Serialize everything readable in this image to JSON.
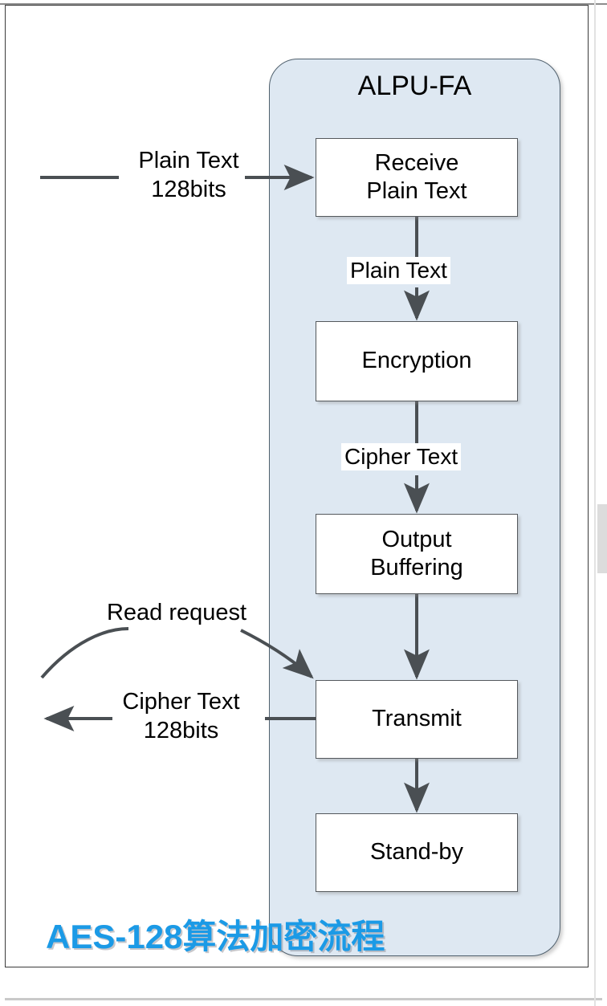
{
  "page": {
    "caption": "AES-128算法加密流程",
    "caption_color": "#1b9ae6",
    "background": "#ffffff"
  },
  "diagram": {
    "type": "flowchart",
    "container": {
      "title": "ALPU-FA",
      "fill_color": "#dee8f2",
      "border_color": "#51616e",
      "shape": "rounded-rectangle"
    },
    "nodes": [
      {
        "id": "receive",
        "label": "Receive\nPlain Text"
      },
      {
        "id": "encrypt",
        "label": "Encryption"
      },
      {
        "id": "buffer",
        "label": "Output\nBuffering"
      },
      {
        "id": "transmit",
        "label": "Transmit"
      },
      {
        "id": "standby",
        "label": "Stand-by"
      }
    ],
    "edge_labels": [
      {
        "id": "plain-text-edge",
        "label": "Plain Text",
        "from": "receive",
        "to": "encrypt"
      },
      {
        "id": "cipher-text-edge",
        "label": "Cipher Text",
        "from": "encrypt",
        "to": "buffer"
      }
    ],
    "external_labels": [
      {
        "id": "input-plain-text",
        "label": "Plain Text\n128bits",
        "direction": "in"
      },
      {
        "id": "read-request",
        "label": "Read request",
        "direction": "in"
      },
      {
        "id": "output-cipher-text",
        "label": "Cipher Text\n128bits",
        "direction": "out"
      }
    ]
  }
}
